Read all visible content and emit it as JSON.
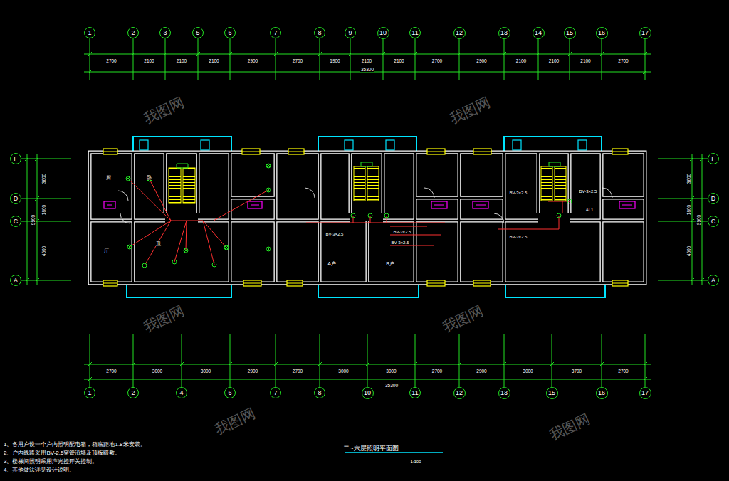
{
  "diagram": {
    "title": "二~六层照明平面图",
    "caption": "1:100",
    "nodes": [
      {
        "text": [
          "1"
        ]
      },
      {
        "text": [
          "2"
        ]
      },
      {
        "text": [
          "3"
        ]
      },
      {
        "text": [
          "5"
        ]
      },
      {
        "text": [
          "6"
        ]
      },
      {
        "text": [
          "7"
        ]
      },
      {
        "text": [
          "8"
        ]
      },
      {
        "text": [
          "9"
        ]
      },
      {
        "text": [
          "10"
        ]
      },
      {
        "text": [
          "11"
        ]
      },
      {
        "text": [
          "12"
        ]
      },
      {
        "text": [
          "13"
        ]
      },
      {
        "text": [
          "14"
        ]
      },
      {
        "text": [
          "15"
        ]
      },
      {
        "text": [
          "16"
        ]
      },
      {
        "text": [
          "17"
        ]
      },
      {
        "text": [
          "F"
        ]
      },
      {
        "text": [
          "D"
        ]
      },
      {
        "text": [
          "C"
        ]
      },
      {
        "text": [
          "A"
        ]
      },
      {
        "text": [
          "F"
        ]
      },
      {
        "text": [
          "D"
        ]
      },
      {
        "text": [
          "C"
        ]
      },
      {
        "text": [
          "A"
        ]
      },
      {
        "text": [
          "1"
        ]
      },
      {
        "text": [
          "2"
        ]
      },
      {
        "text": [
          "4"
        ]
      },
      {
        "text": [
          "6"
        ]
      },
      {
        "text": [
          "7"
        ]
      },
      {
        "text": [
          "8"
        ]
      },
      {
        "text": [
          "10"
        ]
      },
      {
        "text": [
          "11"
        ]
      },
      {
        "text": [
          "12"
        ]
      },
      {
        "text": [
          "13"
        ]
      },
      {
        "text": [
          "15"
        ]
      },
      {
        "text": [
          "16"
        ]
      },
      {
        "text": [
          "17"
        ]
      }
    ],
    "labels": [
      "2700",
      "2100",
      "2100",
      "2100",
      "2900",
      "2700",
      "1900",
      "2100",
      "2100",
      "2700",
      "2900",
      "2100",
      "2100",
      "2100",
      "2700",
      "35300",
      "2700",
      "3000",
      "3000",
      "2900",
      "2700",
      "3000",
      "3000",
      "2700",
      "2900",
      "3000",
      "3700",
      "2700",
      "35300",
      "3600",
      "1800",
      "4500",
      "9900",
      "3600",
      "1800",
      "4500",
      "9900",
      "厨",
      "卧",
      "厅",
      "卫",
      "A户",
      "B户",
      "BV-3×2.5",
      "BV-3×2.5",
      "BV-3×2.5",
      "BV-3×2.5",
      "BV-3×2.5",
      "AL1",
      "BV-3×2.5",
      "1、各用户设一个户内照明配电箱，箱底距地1.8米安装。",
      "2、户内线路采用BV-2.5穿管沿墙及顶板暗敷。",
      "3、楼梯间照明采用声光控开关控制。",
      "4、其他做法详见设计说明。",
      "我图网",
      "我图网",
      "我图网",
      "我图网",
      "我图网",
      "我图网"
    ]
  }
}
